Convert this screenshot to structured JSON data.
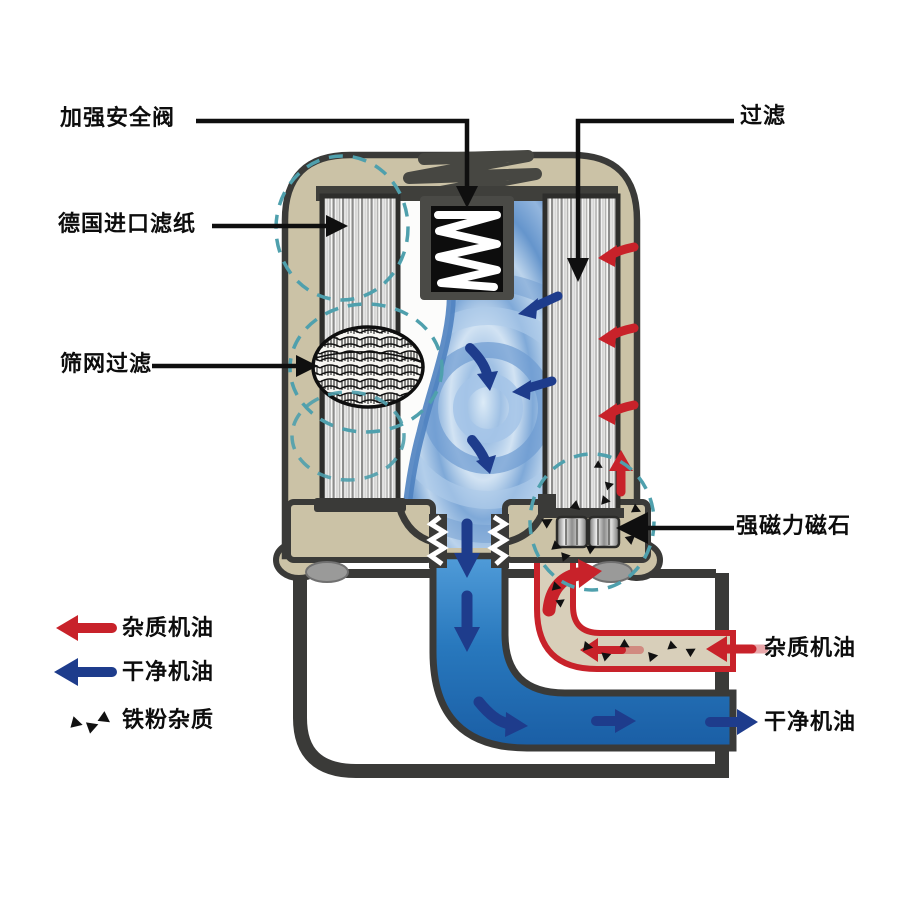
{
  "diagram_type": "oil-filter-cutaway",
  "callouts": {
    "safety_valve": "加强安全阀",
    "filter_paper": "德国进口滤纸",
    "mesh_filter": "筛网过滤",
    "filtration": "过滤",
    "magnet": "强磁力磁石",
    "dirty_oil_inlet": "杂质机油",
    "clean_oil_outlet": "干净机油"
  },
  "legend": {
    "items": [
      {
        "label": "杂质机油",
        "symbol": "red-left-arrow"
      },
      {
        "label": "干净机油",
        "symbol": "blue-left-arrow"
      },
      {
        "label": "铁粉杂质",
        "symbol": "black-triangles"
      }
    ]
  },
  "colors": {
    "dirty_oil_red": "#c8222a",
    "clean_oil_navy": "#1e3c8c",
    "shell_tan": "#cbc2a6",
    "outline_dark": "#3a3a38",
    "highlight_dashed_teal": "#4fa0ad",
    "swirl_blue": "#5f8fcd",
    "filter_paper_gray": "#b9b9b9",
    "magnet_metal": "#c7c7c7"
  }
}
